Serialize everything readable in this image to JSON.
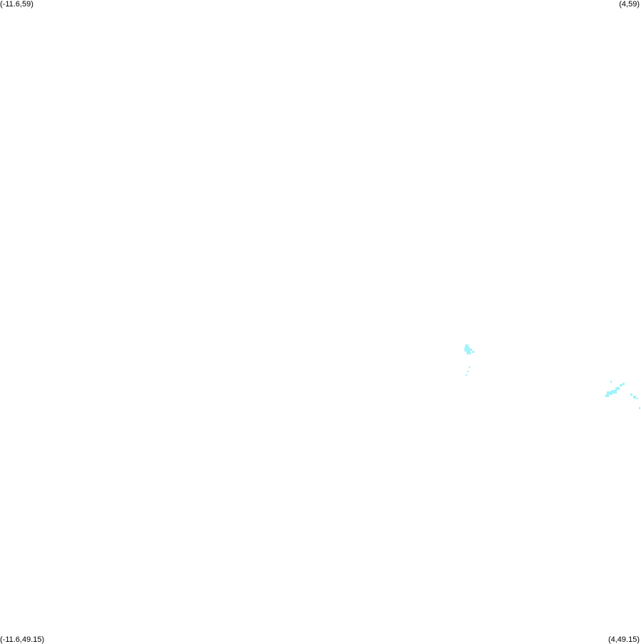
{
  "corners": {
    "top_left": "(-11.6,59)",
    "top_right": "(4,59)",
    "bottom_left": "(-11.6,49.15)",
    "bottom_right": "(4,49.15)"
  },
  "extent": {
    "lon_min": -11.6,
    "lon_max": 4,
    "lat_min": 49.15,
    "lat_max": 59
  },
  "style": {
    "background": "#ffffff",
    "feature_color": "#9ff4fb",
    "feature_color_dark": "#7fecf6"
  }
}
